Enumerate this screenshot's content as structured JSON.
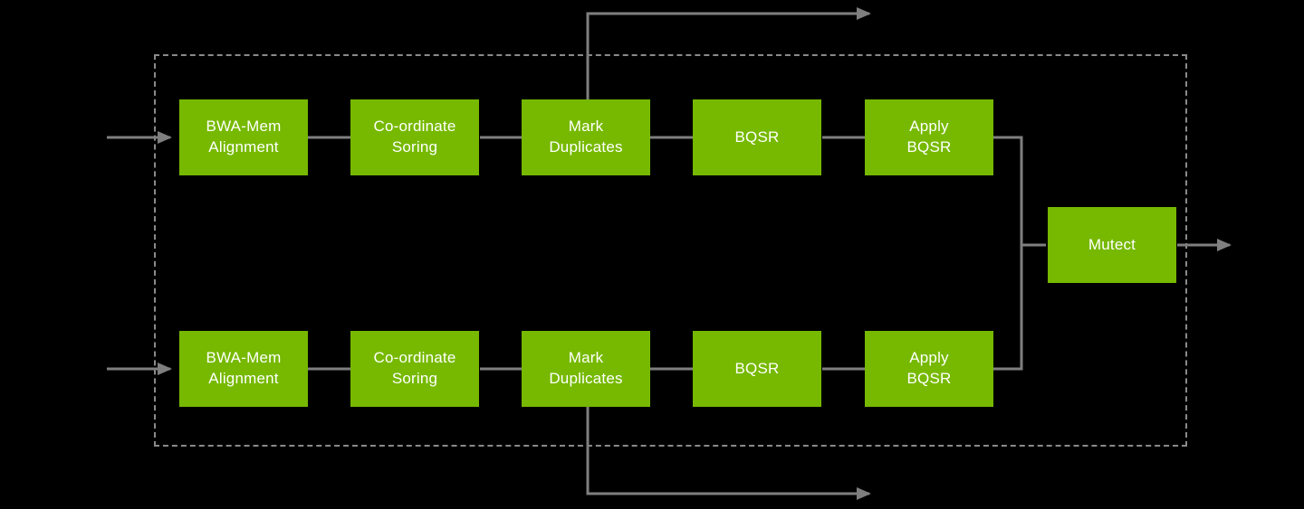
{
  "diagram": {
    "kind": "pipeline-flowchart",
    "colors": {
      "background": "#000000",
      "node_fill": "#76b900",
      "node_text": "#ffffff",
      "connector": "#7f7f7f",
      "dashed_border": "#8a8a8a"
    },
    "nodes": {
      "top": [
        "BWA-Mem\nAlignment",
        "Co-ordinate\nSoring",
        "Mark\nDuplicates",
        "BQSR",
        "Apply\nBQSR"
      ],
      "bottom": [
        "BWA-Mem\nAlignment",
        "Co-ordinate\nSoring",
        "Mark\nDuplicates",
        "BQSR",
        "Apply\nBQSR"
      ],
      "merge": "Mutect"
    }
  }
}
